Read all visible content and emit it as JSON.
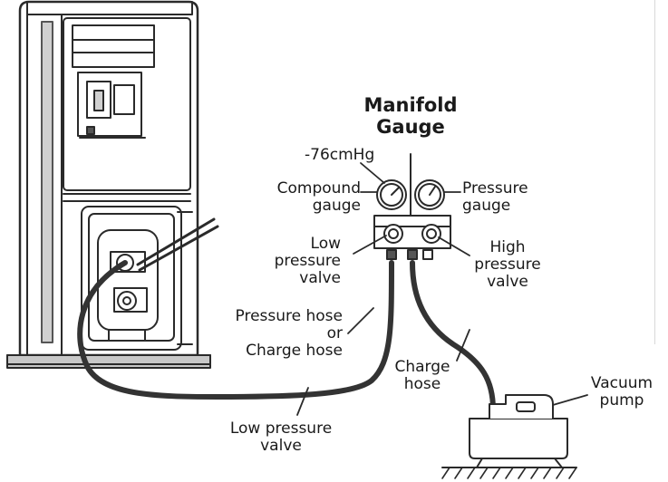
{
  "title": {
    "line1": "Manifold",
    "line2": "Gauge"
  },
  "labels": {
    "reading": "-76cmHg",
    "compound_line1": "Compound",
    "compound_line2": "gauge",
    "pressure_line1": "Pressure",
    "pressure_line2": "gauge",
    "low_valve_line1": "Low",
    "low_valve_line2": "pressure",
    "low_valve_line3": "valve",
    "high_valve_line1": "High",
    "high_valve_line2": "pressure",
    "high_valve_line3": "valve",
    "pressure_hose_line1": "Pressure hose",
    "pressure_hose_line2": "or",
    "pressure_hose_line3": "Charge hose",
    "charge_hose_line1": "Charge",
    "charge_hose_line2": "hose",
    "vacuum_line1": "Vacuum",
    "vacuum_line2": "pump",
    "unit_valve_line1": "Low pressure",
    "unit_valve_line2": "valve"
  },
  "colors": {
    "line": "#2a2a2a",
    "hose": "#333333",
    "fill": "#ffffff"
  }
}
